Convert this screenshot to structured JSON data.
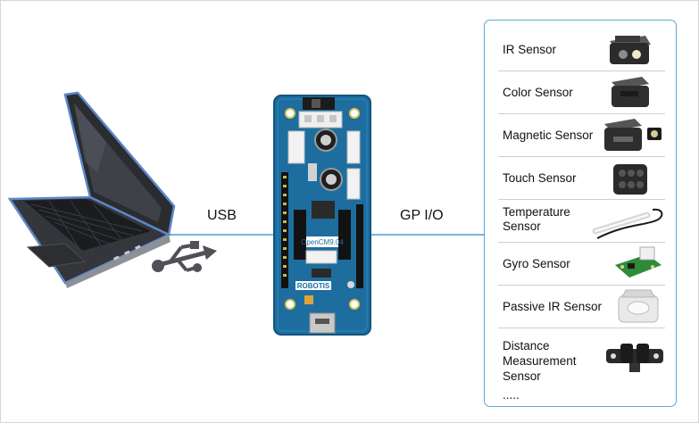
{
  "labels": {
    "usb": "USB",
    "gpio": "GP I/O",
    "board_name": "OpenCM9.04",
    "board_brand": "ROBOTIS"
  },
  "sensors": [
    {
      "name": "IR Sensor",
      "icon": "ir-sensor-icon"
    },
    {
      "name": "Color Sensor",
      "icon": "color-sensor-icon"
    },
    {
      "name": "Magnetic Sensor",
      "icon": "magnetic-sensor-icon"
    },
    {
      "name": "Touch Sensor",
      "icon": "touch-sensor-icon"
    },
    {
      "name": "Temperature Sensor",
      "icon": "temperature-sensor-icon"
    },
    {
      "name": "Gyro Sensor",
      "icon": "gyro-sensor-icon"
    },
    {
      "name": "Passive IR Sensor",
      "icon": "passive-ir-sensor-icon"
    },
    {
      "name": "Distance Measurement Sensor",
      "icon": "distance-sensor-icon"
    }
  ],
  "more": ".....",
  "colors": {
    "line": "#79b6df",
    "panel_border": "#58a9dd",
    "board": "#1d6e9f",
    "laptop_outline": "#5c86c9"
  }
}
